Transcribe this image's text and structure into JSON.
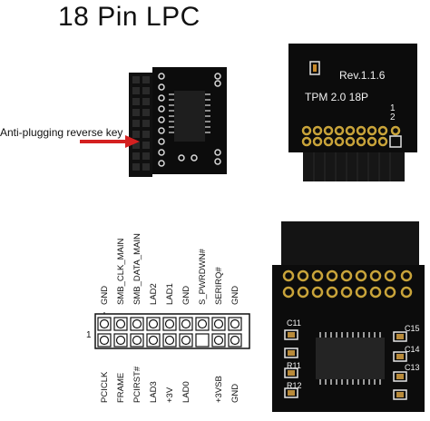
{
  "title": "18 Pin LPC",
  "annotation": {
    "label": "Anti-plugging reverse key"
  },
  "board": {
    "revision": "Rev.1.1.6",
    "model": "TPM 2.0 18P",
    "pin_marks": [
      "1",
      "2"
    ],
    "silkscreen": [
      "C11",
      "C15",
      "C14",
      "C13",
      "R11",
      "R12"
    ]
  },
  "pinout": {
    "row_marker": "1",
    "top_row": [
      "GND",
      "SMB_CLK_MAIN",
      "SMB_DATA_MAIN",
      "LAD2",
      "LAD1",
      "GND",
      "S_PWRDWN#",
      "SERIRQ#",
      "GND"
    ],
    "bottom_row": [
      "PCICLK",
      "FRAME",
      "PCIRST#",
      "LAD3",
      "+3V",
      "LAD0",
      "+3VSB",
      "GND"
    ]
  },
  "colors": {
    "arrow": "#d42020",
    "pcb": "#0c0c0c",
    "header": "#141414",
    "gold": "#c9a43a"
  }
}
